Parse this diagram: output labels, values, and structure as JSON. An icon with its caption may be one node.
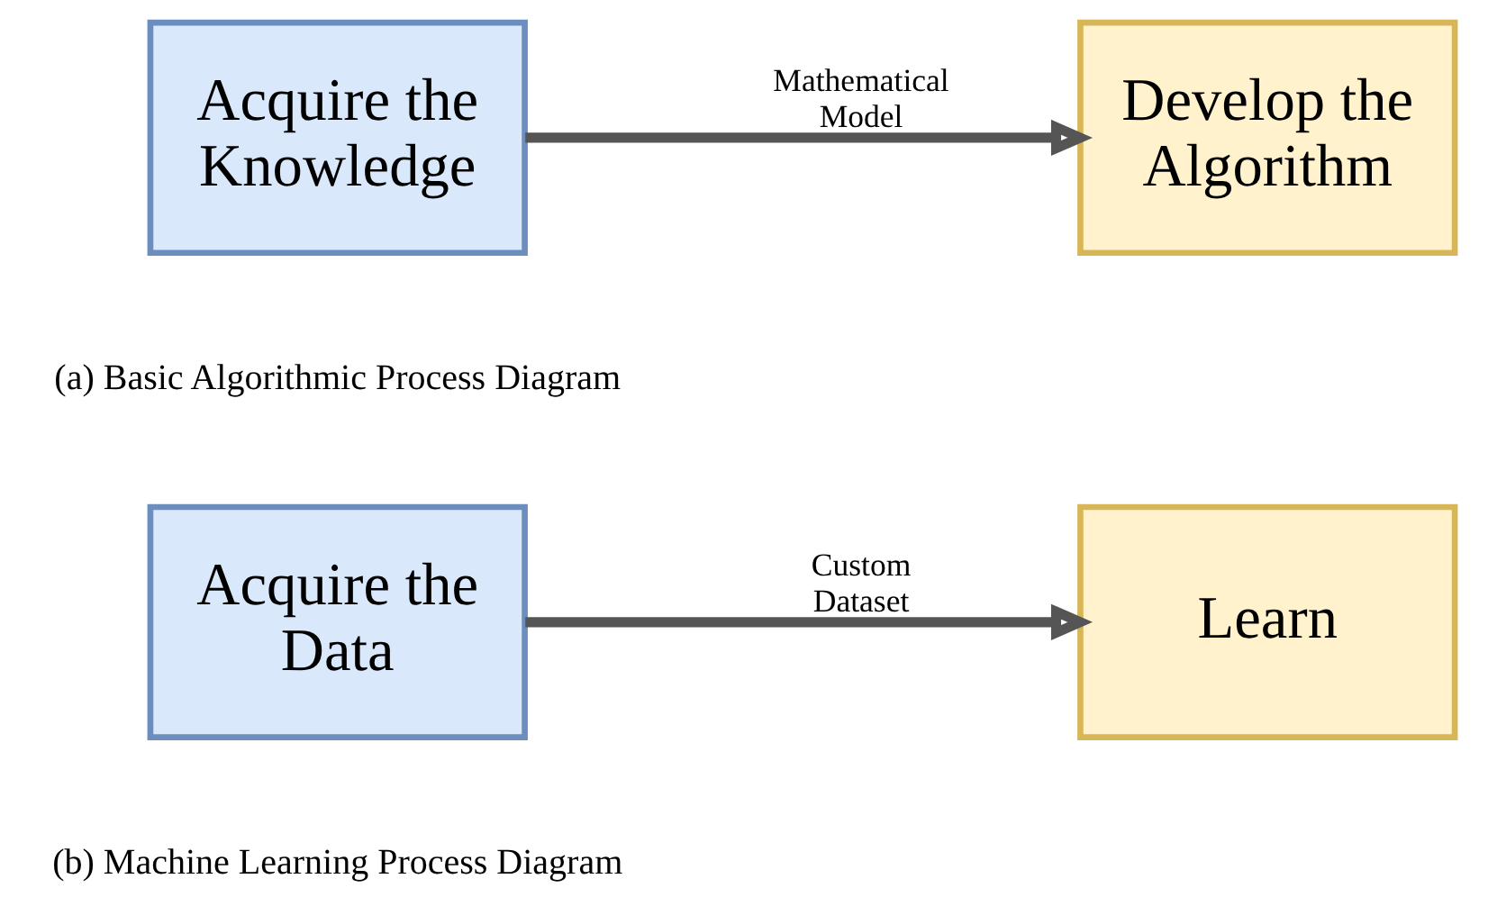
{
  "diagram": {
    "nodes": [
      {
        "text": [
          "Acquire the Knowledge"
        ]
      },
      {
        "text": [
          "Develop the Algorithm"
        ]
      },
      {
        "text": [
          "Acquire the Data"
        ]
      },
      {
        "text": [
          "Learn"
        ]
      }
    ],
    "edges": [
      {
        "from": 0,
        "to": 1,
        "arrow": "to",
        "label": "Mathematical Model"
      },
      {
        "from": 2,
        "to": 3,
        "arrow": "to",
        "label": "Custom Dataset"
      }
    ],
    "labels": [
      "(a) Basic Algorithmic Process Diagram",
      "(b) Machine Learning Process Diagram"
    ]
  }
}
